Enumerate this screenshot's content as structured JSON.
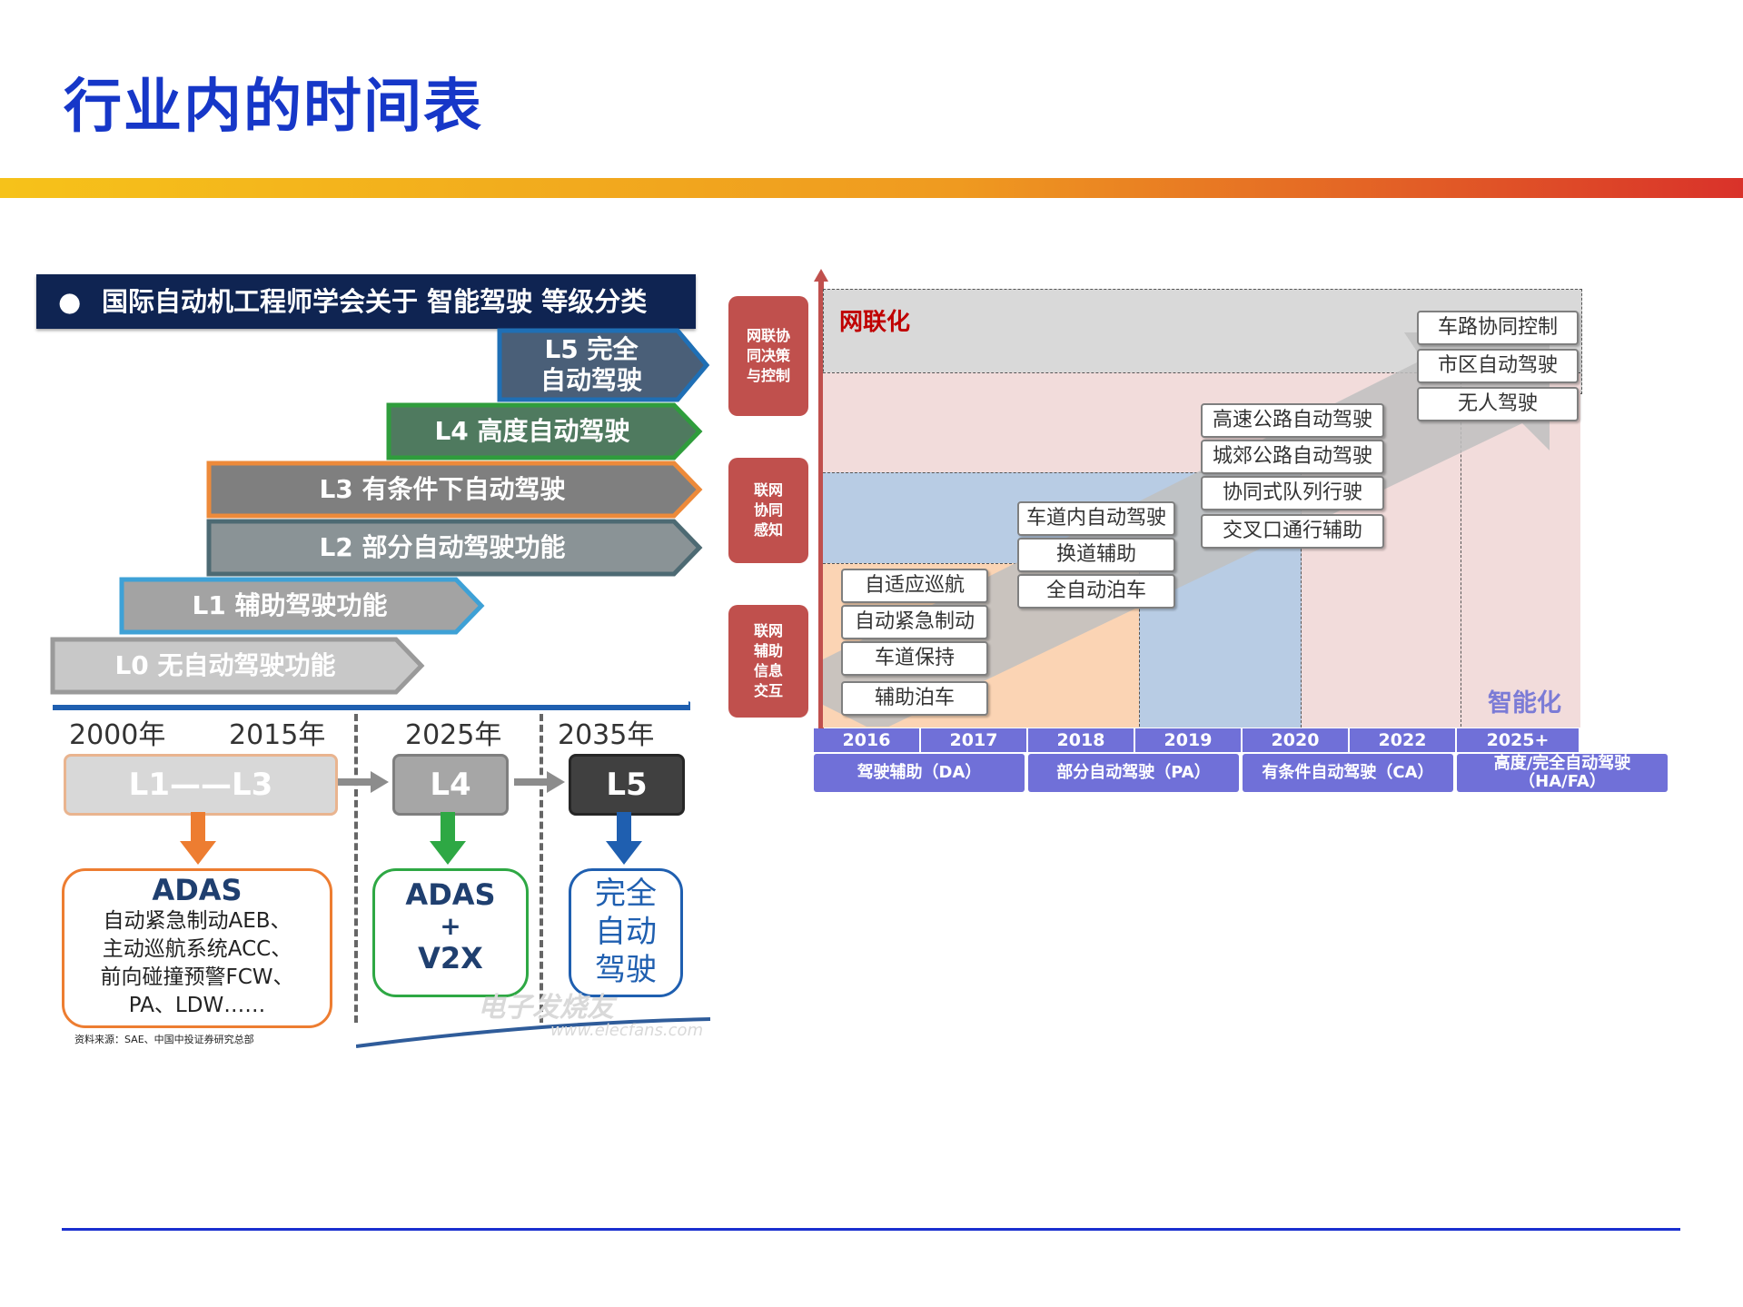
{
  "page": {
    "title": "行业内的时间表"
  },
  "left_figure": {
    "header_bullet": "●",
    "header": "国际自动机工程师学会关于 智能驾驶 等级分类",
    "levels": [
      {
        "label": "L5 完全\n自动驾驶",
        "color": "#4a5f78",
        "border": "#1f6fb5"
      },
      {
        "label": "L4 高度自动驾驶",
        "color": "#4f7a5f",
        "border": "#2f9d3c"
      },
      {
        "label": "L3 有条件下自动驾驶",
        "color": "#7f7f7f",
        "border": "#ed8a3a"
      },
      {
        "label": "L2 部分自动驾驶功能",
        "color": "#8a9396",
        "border": "#4d6a73"
      },
      {
        "label": "L1 辅助驾驶功能",
        "color": "#a3a3a3",
        "border": "#3ea1d6"
      },
      {
        "label": "L0 无自动驾驶功能",
        "color": "#c8c8c8",
        "border": "#9a9a9a"
      }
    ],
    "years": [
      "2000年",
      "2015年",
      "2025年",
      "2035年"
    ],
    "stages": [
      {
        "label": "L1——L3",
        "color": "#d8d8d8",
        "border": "#e9b48f"
      },
      {
        "label": "L4",
        "color": "#a6a6a6",
        "border": "#7f7f7f"
      },
      {
        "label": "L5",
        "color": "#404040",
        "border": "#262626"
      }
    ],
    "boxes": {
      "adas": {
        "title": "ADAS",
        "lines": [
          "自动紧急制动AEB、",
          "主动巡航系统ACC、",
          "前向碰撞预警FCW、",
          "PA、LDW……"
        ]
      },
      "v2x": {
        "line1": "ADAS",
        "line2": "+",
        "line3": "V2X"
      },
      "full": {
        "line1": "完全",
        "line2": "自动",
        "line3": "驾驶"
      }
    },
    "source": "资料来源：SAE、中国中投证券研究总部",
    "watermark": "电子发烧友",
    "watermark_url": "www.elecfans.com",
    "colors": {
      "orange": "#ed7d31",
      "green": "#2ea844",
      "blue": "#1f5fb0",
      "axis": "#1f5fb0"
    }
  },
  "right_figure": {
    "side_labels": [
      "网联协\n同决策\n与控制",
      "联网\n协同\n感知",
      "联网\n辅助\n信息\n交互"
    ],
    "top_label": "网联化",
    "bottom_label": "智能化",
    "items": {
      "da": [
        "自适应巡航",
        "自动紧急制动",
        "车道保持",
        "辅助泊车"
      ],
      "pa": [
        "车道内自动驾驶",
        "换道辅助",
        "全自动泊车"
      ],
      "ca": [
        "高速公路自动驾驶",
        "城郊公路自动驾驶",
        "协同式队列行驶",
        "交叉口通行辅助"
      ],
      "ha": [
        "车路协同控制",
        "市区自动驾驶",
        "无人驾驶"
      ]
    },
    "years": [
      "2016",
      "2017",
      "2018",
      "2019",
      "2020",
      "2022",
      "2025+"
    ],
    "categories": [
      "驾驶辅助（DA）",
      "部分自动驾驶（PA）",
      "有条件自动驾驶（CA）",
      "高度/完全自动驾驶\n（HA/FA）"
    ],
    "colors": {
      "side": "#c0504d",
      "cat": "#7070d8",
      "top_label": "#c00000",
      "bottom_label": "#7b7bd6"
    }
  }
}
